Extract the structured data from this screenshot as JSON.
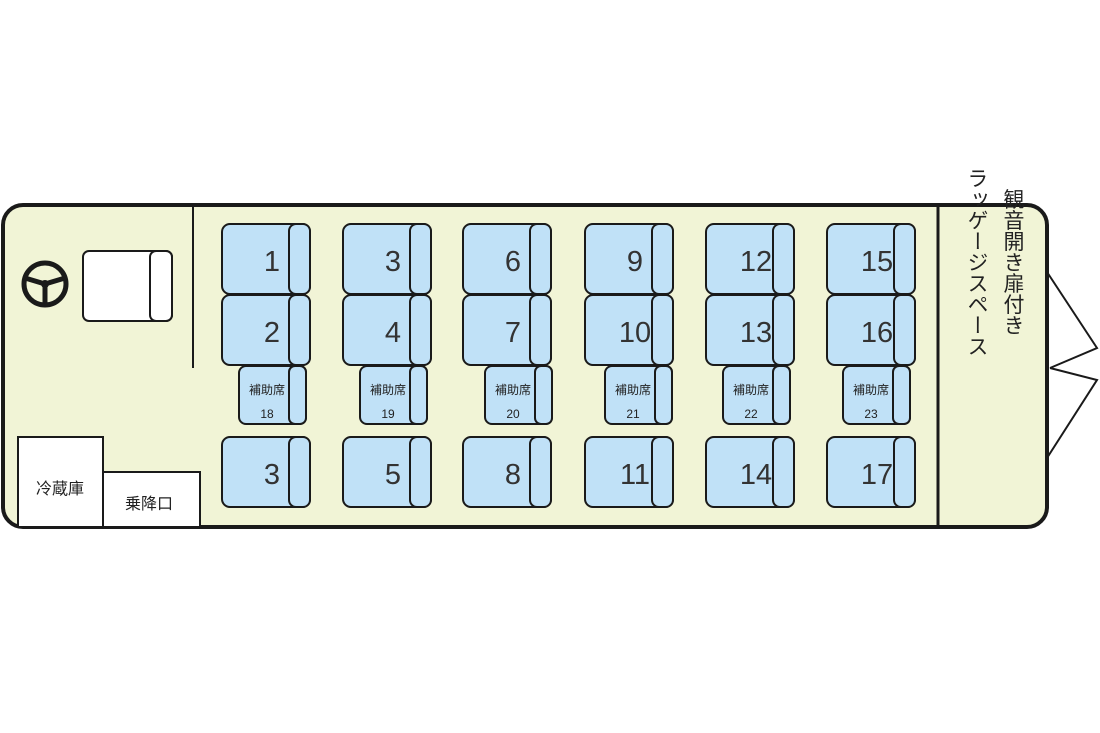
{
  "colors": {
    "body_fill": "#f1f4d6",
    "seat_fill": "#c0e1f7",
    "outline": "#1a1a1a"
  },
  "seats": {
    "row1": [
      "1",
      "3",
      "6",
      "9",
      "12",
      "15"
    ],
    "row2": [
      "2",
      "4",
      "7",
      "10",
      "13",
      "16"
    ],
    "aux": [
      {
        "label": "補助席",
        "num": "18"
      },
      {
        "label": "補助席",
        "num": "19"
      },
      {
        "label": "補助席",
        "num": "20"
      },
      {
        "label": "補助席",
        "num": "21"
      },
      {
        "label": "補助席",
        "num": "22"
      },
      {
        "label": "補助席",
        "num": "23"
      }
    ],
    "row3": [
      "3",
      "5",
      "8",
      "11",
      "14",
      "17"
    ]
  },
  "labels": {
    "fridge": "冷蔵庫",
    "entrance": "乗降口",
    "luggage_line1": "観音開き扉付き",
    "luggage_line2": "ラッゲージスペース"
  },
  "icons": {
    "steering": "steering-wheel-icon",
    "driver_seat": "driver-seat-icon",
    "rear_doors": "rear-door-icon"
  }
}
